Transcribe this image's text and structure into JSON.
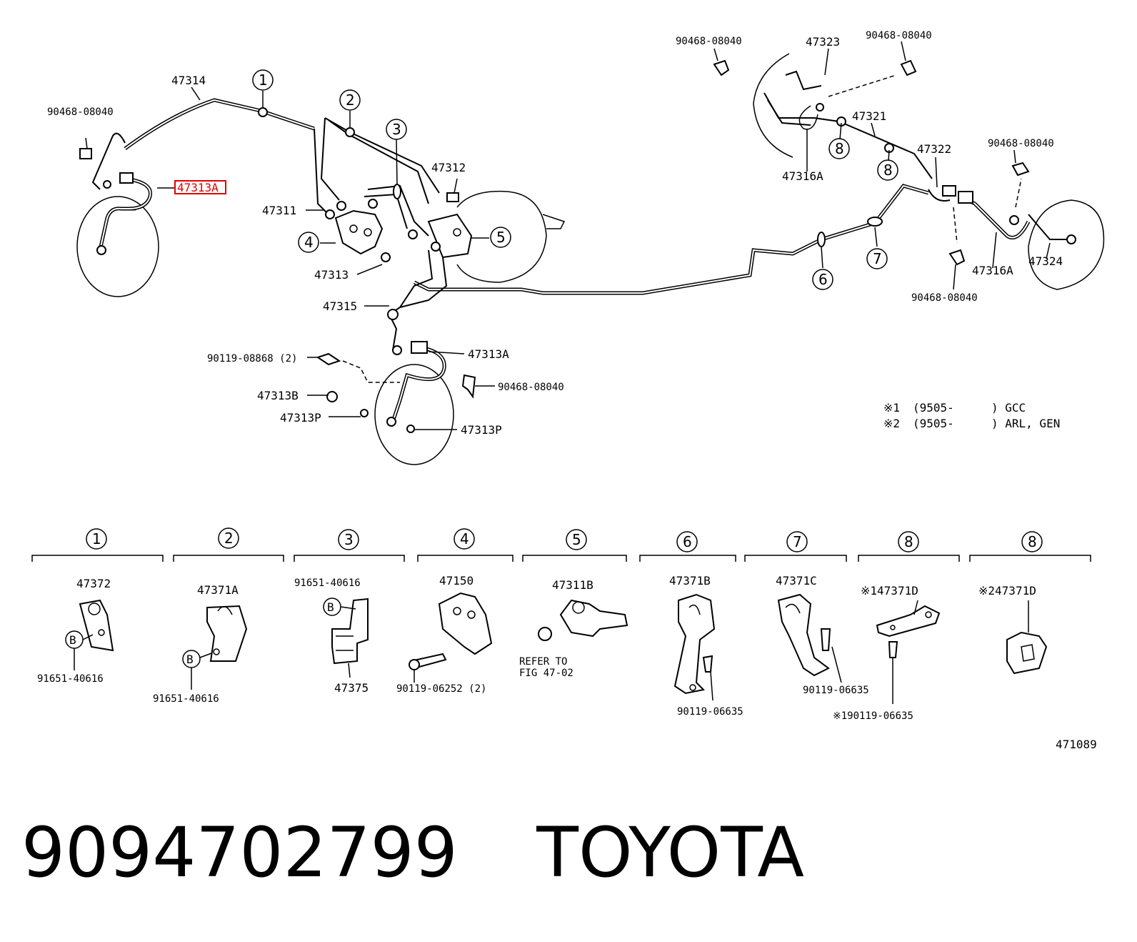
{
  "callouts": {
    "c47314": "47314",
    "c90468_a": "90468-08040",
    "c47313A_highlighted": "47313A",
    "c47311": "47311",
    "c47312": "47312",
    "c47313": "47313",
    "c47315": "47315",
    "c47313A_b": "47313A",
    "c90119_08868": "90119-08868 (2)",
    "c47313B": "47313B",
    "c47313P_a": "47313P",
    "c47313P_b": "47313P",
    "c90468_b": "90468-08040",
    "c90468_c": "90468-08040",
    "c47323": "47323",
    "c90468_d": "90468-08040",
    "c47321": "47321",
    "c47316A_a": "47316A",
    "c47322": "47322",
    "c90468_e": "90468-08040",
    "c47316A_b": "47316A",
    "c47324": "47324",
    "c90468_f": "90468-08040"
  },
  "circled_numbers": {
    "n1": "1",
    "n2": "2",
    "n3": "3",
    "n4": "4",
    "n5": "5",
    "n6": "6",
    "n7": "7",
    "n8a": "8",
    "n8b": "8"
  },
  "notes": {
    "note1_mark": "※1",
    "note1_date": "(9505-",
    "note1_code": ") GCC",
    "note2_mark": "※2",
    "note2_date": "(9505-",
    "note2_code": ") ARL, GEN"
  },
  "details": [
    {
      "num": "1",
      "part": "47372",
      "sub": "91651-40616",
      "bolt": "B"
    },
    {
      "num": "2",
      "part": "47371A",
      "sub": "91651-40616",
      "bolt": "B"
    },
    {
      "num": "3",
      "part": "91651-40616",
      "sub": "47375",
      "bolt": "B"
    },
    {
      "num": "4",
      "part": "47150",
      "sub": "90119-06252 (2)"
    },
    {
      "num": "5",
      "part": "47311B",
      "refer1": "REFER TO",
      "refer2": "FIG 47-02"
    },
    {
      "num": "6",
      "part": "47371B",
      "sub": "90119-06635"
    },
    {
      "num": "7",
      "part": "47371C",
      "sub": "90119-06635"
    },
    {
      "num": "8",
      "part": "※147371D",
      "sub": "※190119-06635"
    },
    {
      "num": "8",
      "part": "※247371D"
    }
  ],
  "figure_id": "471089",
  "footer": {
    "part_number": "9094702799",
    "brand": "TOYOTA"
  },
  "colors": {
    "highlight": "#e00000"
  }
}
